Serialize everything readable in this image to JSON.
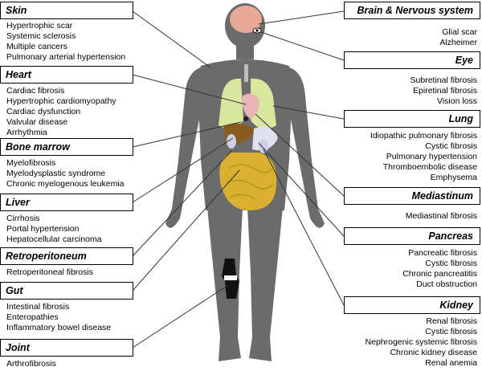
{
  "diagram": {
    "left_panels": [
      {
        "title": "Skin",
        "items": [
          "Hypertrophic scar",
          "Systemic sclerosis",
          "Multiple cancers",
          "Pulmonary arterial hypertension"
        ]
      },
      {
        "title": "Heart",
        "items": [
          "Cardiac fibrosis",
          "Hypertrophic cardiomyopathy",
          "Cardiac dysfunction",
          "Valvular disease",
          "Arrhythmia"
        ]
      },
      {
        "title": "Bone marrow",
        "items": [
          "Myelofibrosis",
          "Myelodysplastic syndrome",
          "Chronic myelogenous leukemia"
        ]
      },
      {
        "title": "Liver",
        "items": [
          "Cirrhosis",
          "Portal hypertension",
          "Hepatocellular carcinoma"
        ]
      },
      {
        "title": "Retroperitoneum",
        "items": [
          "Retroperitoneal fibrosis"
        ]
      },
      {
        "title": "Gut",
        "items": [
          "Intestinal fibrosis",
          "Enteropathies",
          "Inflammatory bowel disease"
        ]
      },
      {
        "title": "Joint",
        "items": [
          "Arthrofibrosis"
        ]
      }
    ],
    "right_panels": [
      {
        "title": "Brain & Nervous system",
        "items": [
          "Glial scar",
          "Alzheimer"
        ]
      },
      {
        "title": "Eye",
        "items": [
          "Subretinal fibrosis",
          "Epiretinal fibrosis",
          "Vision loss"
        ]
      },
      {
        "title": "Lung",
        "items": [
          "Idiopathic pulmonary fibrosis",
          "Cystic fibrosis",
          "Pulmonary hypertension",
          "Thromboembolic disease",
          "Emphysema"
        ]
      },
      {
        "title": "Mediastinum",
        "items": [
          "Mediastinal fibrosis"
        ]
      },
      {
        "title": "Pancreas",
        "items": [
          "Pancreatic fibrosis",
          "Cystic fibrosis",
          "Chronic pancreatitis",
          "Duct obstruction"
        ]
      },
      {
        "title": "Kidney",
        "items": [
          "Renal fibrosis",
          "Cystic fibrosis",
          "Nephrogenic systemic fibrosis",
          "Chronic kidney disease",
          "Renal anemia"
        ]
      }
    ],
    "colors": {
      "body": "#6b6b6b",
      "brain": "#e8a898",
      "lung": "#d9e6a0",
      "heart": "#e8b4b8",
      "liver": "#8a5a1e",
      "gut": "#d9b030",
      "kidney": "#d0d0e4",
      "stomach": "#e0e0ee",
      "joint": "#111111",
      "line": "#333333"
    }
  }
}
